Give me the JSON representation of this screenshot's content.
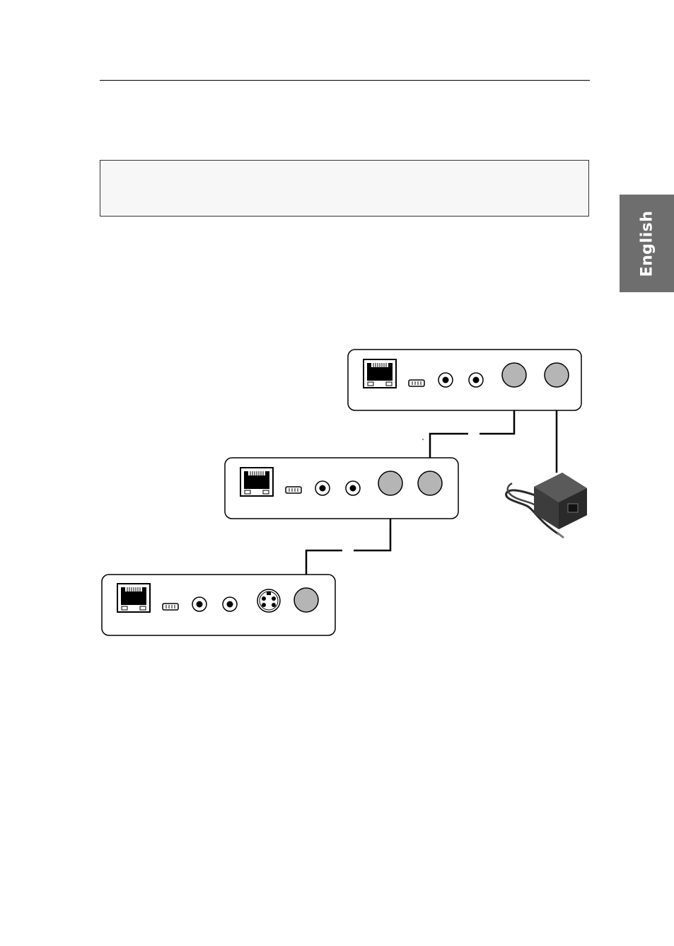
{
  "side_tab": {
    "label": "English",
    "color": "#6e6e6e"
  },
  "note_box": {
    "text": ""
  },
  "diagram": {
    "devices": [
      {
        "name": "device-top",
        "ports": [
          "network-port",
          "mini-usb-port",
          "audio-jack",
          "audio-jack",
          "cascade-port",
          "power-port"
        ]
      },
      {
        "name": "device-middle",
        "ports": [
          "network-port",
          "mini-usb-port",
          "audio-jack",
          "audio-jack",
          "cascade-port",
          "cascade-port"
        ]
      },
      {
        "name": "device-bottom",
        "ports": [
          "network-port",
          "mini-usb-port",
          "audio-jack",
          "audio-jack",
          "mini-din-port",
          "cascade-port"
        ]
      }
    ],
    "accessory": "power-supply-icon",
    "colors": {
      "port_fill": "#b5b5b5",
      "line": "#000000"
    }
  }
}
